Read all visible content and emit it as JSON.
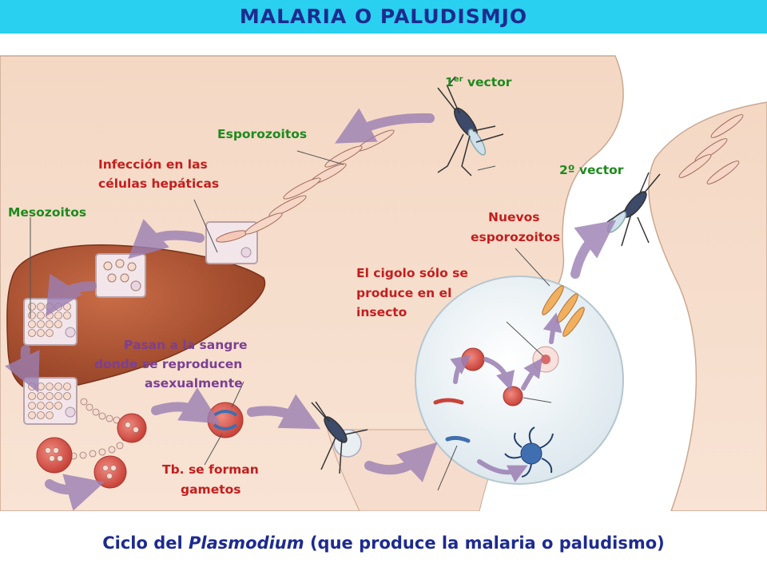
{
  "header": {
    "title": "MALARIA O PALUDISMJO",
    "color": "#29d0f0"
  },
  "labels": {
    "vector1_main": "1",
    "vector1_sup": "er",
    "vector1_tail": " vector",
    "esporozoitos": "Esporozoitos",
    "infeccion_l1": "Infección en las",
    "infeccion_l2": "células hepáticas",
    "mesozoitos": "Mesozoitos",
    "vector2": "2º vector",
    "nuevos_l1": "Nuevos",
    "nuevos_l2": "esporozoitos",
    "cigolo_l1": "El cigolo sólo se",
    "cigolo_l2": "produce en el",
    "cigolo_l3": "insecto",
    "sangre_l1": "Pasan a la sangre",
    "sangre_l2": "donde se reproducen",
    "sangre_l3": "asexualmente",
    "gametos_l1": "Tb. se forman",
    "gametos_l2": "gametos"
  },
  "caption": {
    "before": "Ciclo del ",
    "italic": "Plasmodium",
    "after": " (que produce la malaria o paludismo)"
  },
  "colors": {
    "skin": "#f6dcc8",
    "liver": "#b85a3a",
    "arrow": "#9b7fb3",
    "title": "#1d2b8f"
  }
}
